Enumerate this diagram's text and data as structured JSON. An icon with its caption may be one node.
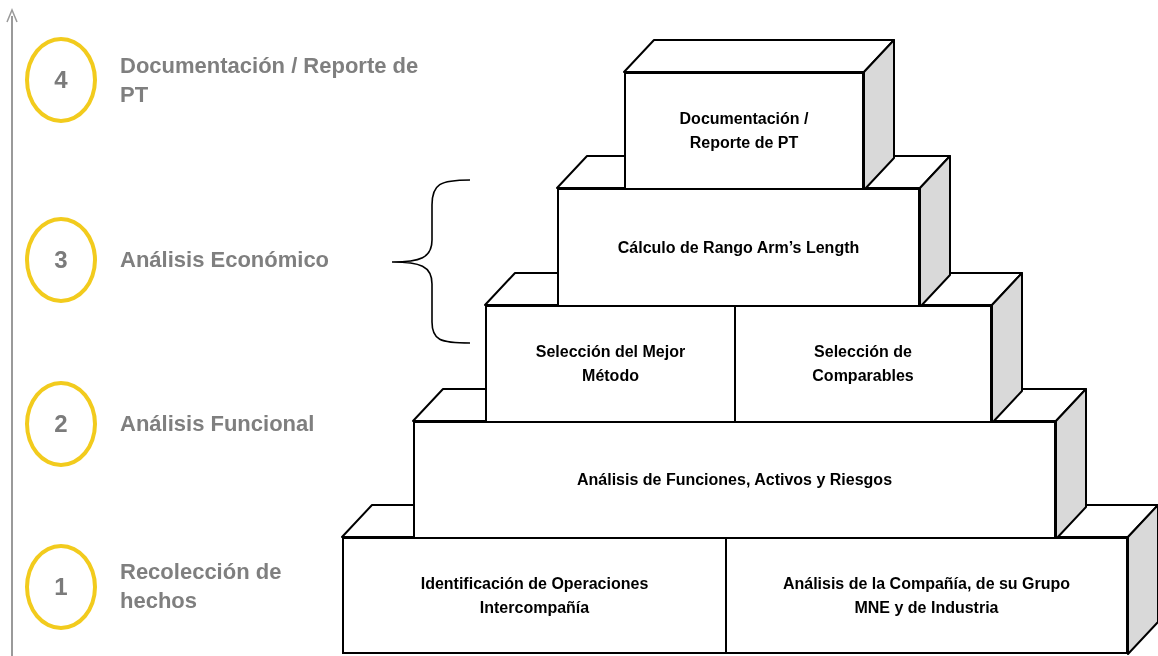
{
  "diagram": {
    "nodes": [
      {
        "text": [
          "4"
        ],
        "beside": [
          "Documentación / Reporte de PT"
        ]
      },
      {
        "text": [
          "Documentación / Reporte de PT"
        ]
      },
      {
        "text": [
          "3"
        ],
        "beside": [
          "Análisis Económico"
        ]
      },
      {
        "text": [
          "Cálculo de Rango Arm’s Length"
        ]
      },
      {
        "text": [
          "Selección del Mejor Método"
        ]
      },
      {
        "text": [
          "Selección de Comparables"
        ]
      },
      {
        "text": [
          "2"
        ],
        "beside": [
          "Análisis Funcional"
        ]
      },
      {
        "text": [
          "Análisis de Funciones, Activos y Riesgos"
        ]
      },
      {
        "text": [
          "1"
        ],
        "beside": [
          "Recolección de hechos"
        ]
      },
      {
        "text": [
          "Identificación de Operaciones Intercompañía"
        ]
      },
      {
        "text": [
          "Análisis de la Compañía, de su Grupo MNE y de Industria"
        ]
      }
    ]
  }
}
